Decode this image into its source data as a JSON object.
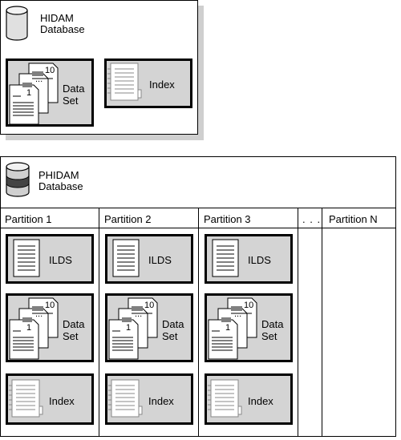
{
  "hidam": {
    "title_line1": "HIDAM",
    "title_line2": "Database",
    "dataset_line1": "Data",
    "dataset_line2": "Set",
    "index_label": "Index",
    "page_numbers": [
      "10",
      "...",
      "1"
    ]
  },
  "phidam": {
    "title_line1": "PHIDAM",
    "title_line2": "Database",
    "ellipsis": ". . .",
    "partitions": [
      {
        "name": "Partition 1",
        "ilds": "ILDS",
        "dataset_line1": "Data",
        "dataset_line2": "Set",
        "index": "Index"
      },
      {
        "name": "Partition 2",
        "ilds": "ILDS",
        "dataset_line1": "Data",
        "dataset_line2": "Set",
        "index": "Index"
      },
      {
        "name": "Partition 3",
        "ilds": "ILDS",
        "dataset_line1": "Data",
        "dataset_line2": "Set",
        "index": "Index"
      }
    ],
    "partition_n": "Partition N",
    "page_numbers": [
      "10",
      "...",
      "1"
    ]
  }
}
